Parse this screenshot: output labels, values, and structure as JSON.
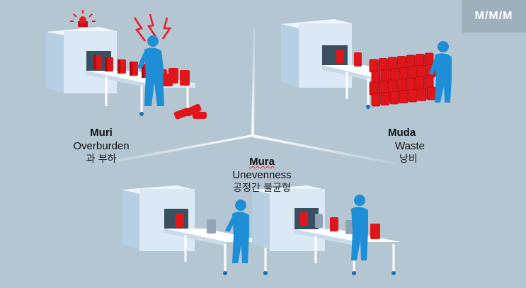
{
  "logo": {
    "text": "M/M/M"
  },
  "labels": {
    "muri": {
      "title": "Muri",
      "english": "Overburden",
      "korean": "과 부하"
    },
    "muda": {
      "title": "Muda",
      "english": "Waste",
      "korean": "낭비"
    },
    "mura": {
      "title": "Mura",
      "english": "Unevenness",
      "korean": "공정간 불균형"
    }
  },
  "colors": {
    "background": "#b4c6d2",
    "machine": "#dbe9f6",
    "product_red": "#e0161b",
    "product_gray": "#8fa3b6",
    "worker": "#1e8ed6",
    "alarm": "#e31e24"
  }
}
